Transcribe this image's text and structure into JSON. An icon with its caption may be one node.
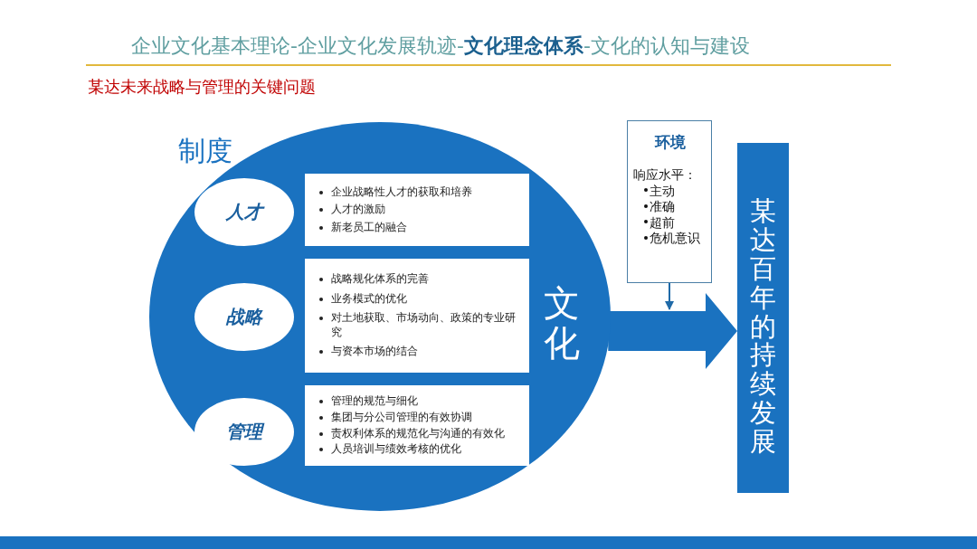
{
  "diagram": {
    "title": "企业文化基本理论-企业文化发展轨迹-**文化理念体系**-文化的认知与建设",
    "nodes": [
      {
        "text": [
          "制度",
          "文化"
        ]
      },
      {
        "text": [
          "人才"
        ],
        "in": 0
      },
      {
        "text": [
          "企业战略性人才的获取和培养",
          "人才的激励",
          "新老员工的融合"
        ],
        "in": 0
      },
      {
        "text": [
          "战略"
        ],
        "in": 0
      },
      {
        "text": [
          "战略规化体系的完善",
          "业务模式的优化",
          "对土地获取、市场动向、政策的专业研究",
          "与资本市场的结合"
        ],
        "in": 0
      },
      {
        "text": [
          "管理"
        ],
        "in": 0
      },
      {
        "text": [
          "管理的规范与细化",
          "集团与分公司管理的有效协调",
          "责权利体系的规范化与沟通的有效化",
          "人员培训与绩效考核的优化"
        ],
        "in": 0
      },
      {
        "text": [
          "环境",
          "响应水平：",
          "主动",
          "准确",
          "超前",
          "危机意识"
        ]
      },
      {
        "text": [
          "某达百年的持续发展"
        ]
      }
    ],
    "edges": [
      {
        "from": 0,
        "to": 8,
        "arrow": "to",
        "style": "thick"
      },
      {
        "from": 7,
        "to": null,
        "arrow": "to"
      }
    ],
    "labels": [
      "某达未来战略与管理的关键问题"
    ]
  }
}
